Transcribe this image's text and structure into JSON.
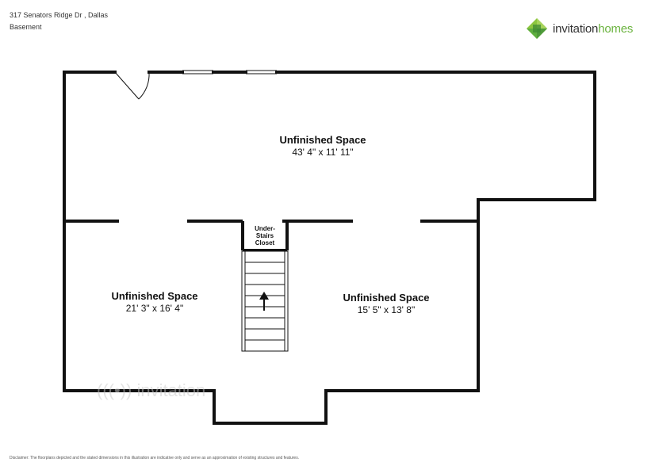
{
  "header": {
    "address": "317 Senators Ridge Dr , Dallas",
    "floor": "Basement"
  },
  "logo": {
    "word1": "invitation",
    "word2": "homes",
    "colors": {
      "green_light": "#8cc63f",
      "green_dark": "#4e9a3a"
    }
  },
  "rooms": {
    "top": {
      "name": "Unfinished Space",
      "dims": "43' 4\" x 11' 11\""
    },
    "left": {
      "name": "Unfinished Space",
      "dims": "21' 3\" x 16' 4\""
    },
    "right": {
      "name": "Unfinished Space",
      "dims": "15' 5\" x 13' 8\""
    },
    "closet": {
      "line1": "Under-",
      "line2": "Stairs",
      "line3": "Closet"
    }
  },
  "disclaimer": "Disclaimer: The floorplans depicted and the stated dimensions in this illustration are indicative only and serve as an approximation of existing structures and features."
}
